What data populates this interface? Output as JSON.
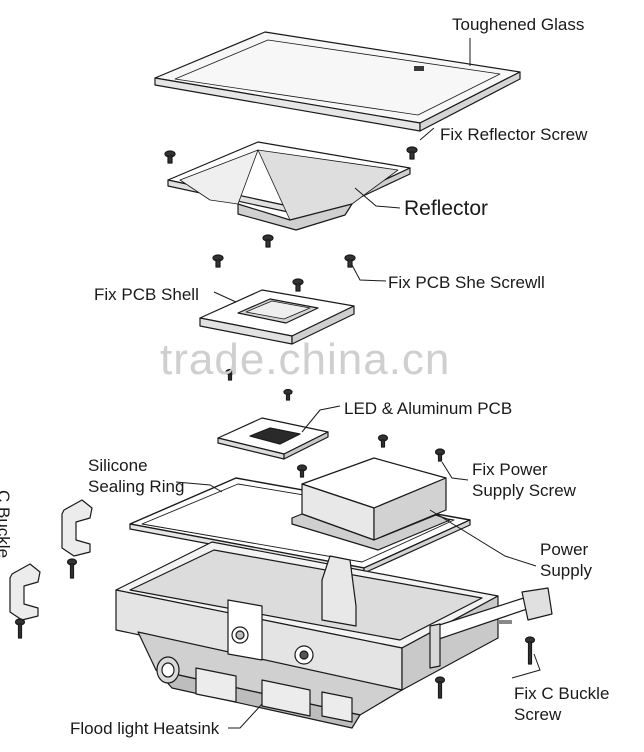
{
  "labels": {
    "toughened_glass": "Toughened Glass",
    "fix_reflector_screw": "Fix Reflector Screw",
    "reflector": "Reflector",
    "fix_pcb_she_screwll": "Fix PCB She Screwll",
    "fix_pcb_shell": "Fix PCB Shell",
    "led_aluminum_pcb": "LED & Aluminum PCB",
    "silicone_sealing_ring": "Silicone\nSealing Ring",
    "fix_power_supply_screw": "Fix Power\nSupply Screw",
    "power_supply": "Power\nSupply",
    "c_buckle": "C Buckle",
    "fix_c_buckle_screw": "Fix C Buckle\nScrew",
    "flood_light_heatsink": "Flood light Heatsink"
  },
  "watermark": "trade.china.cn",
  "colors": {
    "line": "#1a1a1a",
    "fill": "#ffffff",
    "shade": "#d9d9d9",
    "dark": "#3a3a3a"
  }
}
